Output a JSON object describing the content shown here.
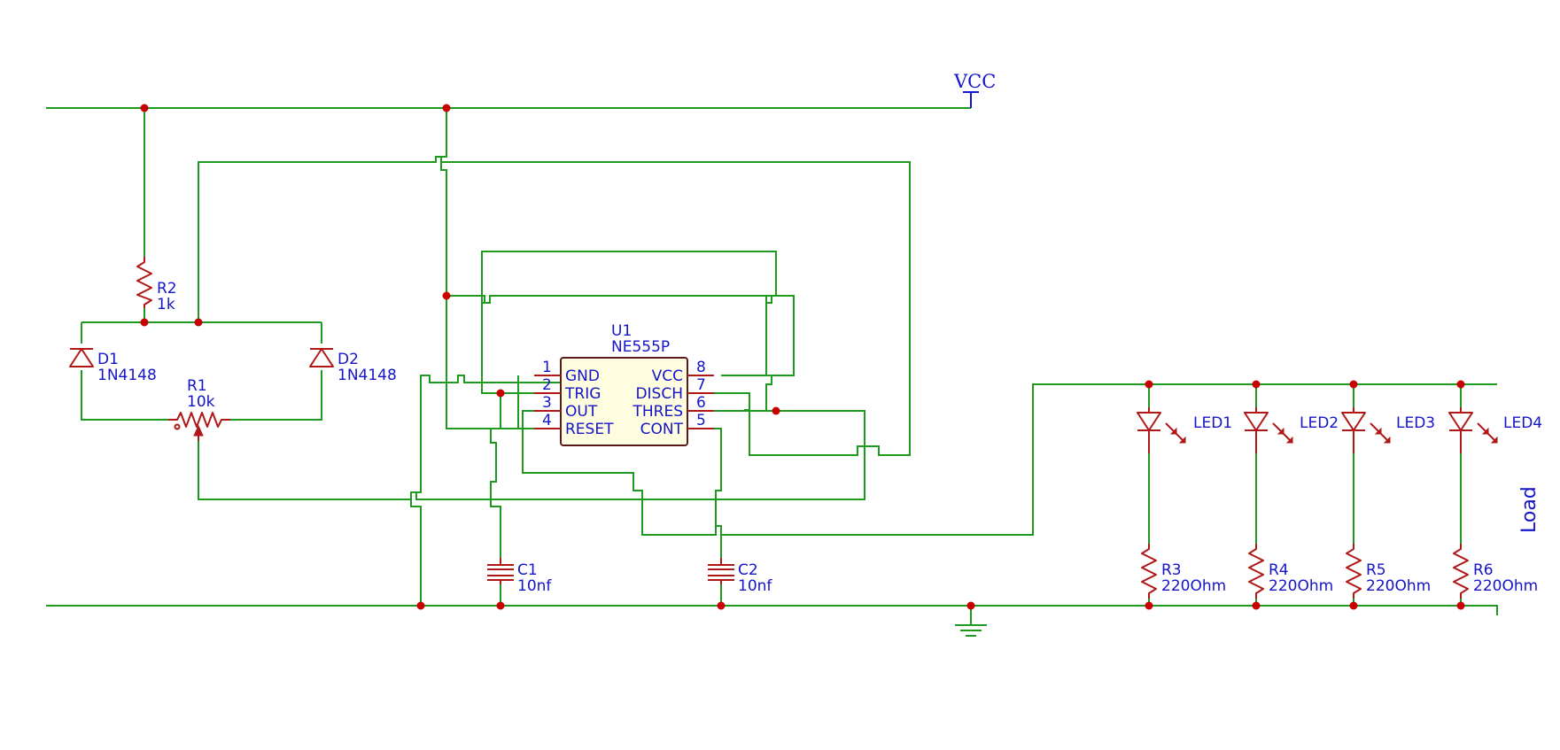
{
  "power": {
    "vcc_label": "VCC"
  },
  "ic": {
    "ref": "U1",
    "value": "NE555P",
    "pins_left": [
      {
        "num": "1",
        "name": "GND"
      },
      {
        "num": "2",
        "name": "TRIG"
      },
      {
        "num": "3",
        "name": "OUT"
      },
      {
        "num": "4",
        "name": "RESET"
      }
    ],
    "pins_right": [
      {
        "num": "8",
        "name": "VCC"
      },
      {
        "num": "7",
        "name": "DISCH"
      },
      {
        "num": "6",
        "name": "THRES"
      },
      {
        "num": "5",
        "name": "CONT"
      }
    ]
  },
  "components": {
    "r1": {
      "ref": "R1",
      "value": "10k"
    },
    "r2": {
      "ref": "R2",
      "value": "1k"
    },
    "d1": {
      "ref": "D1",
      "value": "1N4148"
    },
    "d2": {
      "ref": "D2",
      "value": "1N4148"
    },
    "c1": {
      "ref": "C1",
      "value": "10nf"
    },
    "c2": {
      "ref": "C2",
      "value": "10nf"
    },
    "led1": {
      "ref": "LED1"
    },
    "led2": {
      "ref": "LED2"
    },
    "led3": {
      "ref": "LED3"
    },
    "led4": {
      "ref": "LED4"
    },
    "r3": {
      "ref": "R3",
      "value": "220Ohm"
    },
    "r4": {
      "ref": "R4",
      "value": "220Ohm"
    },
    "r5": {
      "ref": "R5",
      "value": "220Ohm"
    },
    "r6": {
      "ref": "R6",
      "value": "220Ohm"
    }
  },
  "load_label": "Load",
  "colors": {
    "wire": "#1e9a1e",
    "component": "#b01818",
    "junction": "#c80000",
    "label": "#1414c8",
    "ic_fill": "#fffde0"
  }
}
